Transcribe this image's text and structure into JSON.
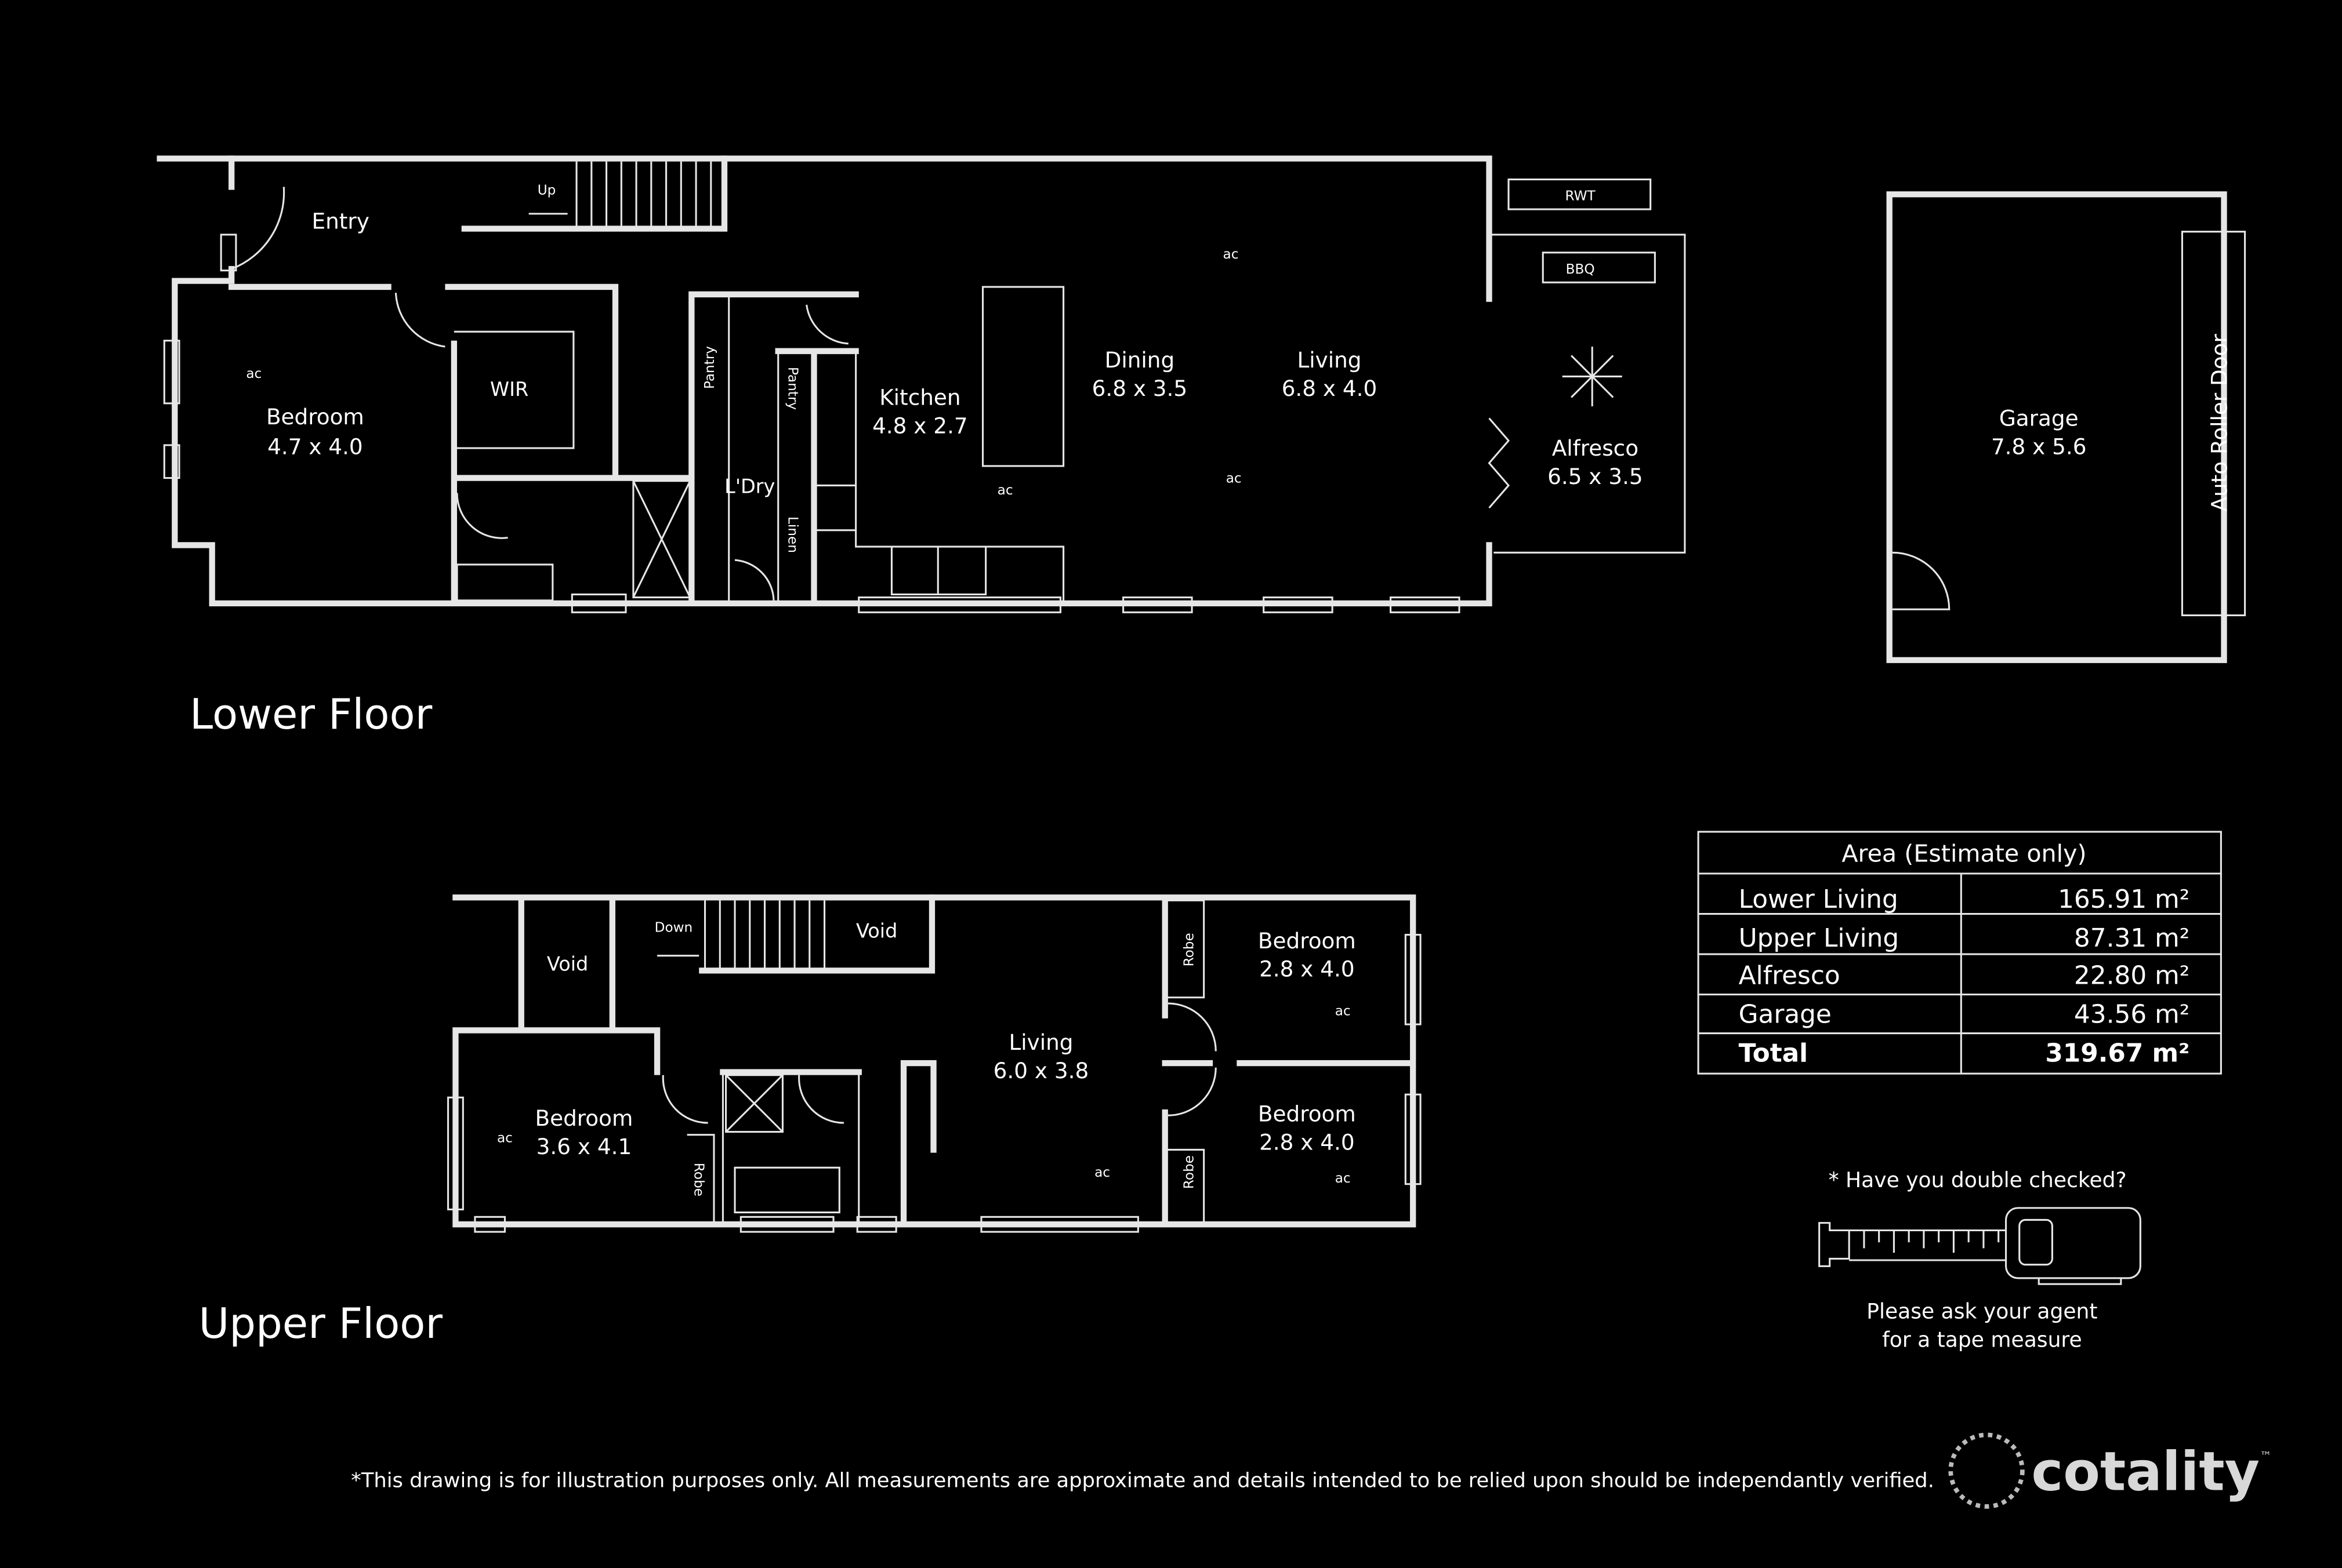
{
  "lower_floor": {
    "title": "Lower Floor",
    "rooms": [
      {
        "name": "Entry",
        "size": ""
      },
      {
        "name": "Bedroom",
        "size": "4.7 x 4.0"
      },
      {
        "name": "WIR",
        "size": ""
      },
      {
        "name": "Kitchen",
        "size": "4.8 x 2.7"
      },
      {
        "name": "Dining",
        "size": "6.8 x 3.5"
      },
      {
        "name": "Living",
        "size": "6.8 x 4.0"
      },
      {
        "name": "Alfresco",
        "size": "6.5 x 3.5"
      },
      {
        "name": "Garage",
        "size": "7.8 x 5.6"
      },
      {
        "name": "L'Dry",
        "size": ""
      }
    ],
    "small_labels": {
      "up": "Up",
      "pantry1": "Pantry",
      "pantry2": "Pantry",
      "linen": "Linen",
      "rwt": "RWT",
      "bbq": "BBQ",
      "roller_door": "Auto Roller Door",
      "ac": "ac"
    }
  },
  "upper_floor": {
    "title": "Upper Floor",
    "rooms": [
      {
        "name": "Void",
        "size": ""
      },
      {
        "name": "Void",
        "size": ""
      },
      {
        "name": "Living",
        "size": "6.0 x 3.8"
      },
      {
        "name": "Bedroom",
        "size": "2.8 x 4.0"
      },
      {
        "name": "Bedroom",
        "size": "2.8 x 4.0"
      },
      {
        "name": "Bedroom",
        "size": "3.6 x 4.1"
      }
    ],
    "small_labels": {
      "down": "Down",
      "robe1": "Robe",
      "robe2": "Robe",
      "robe3": "Robe",
      "ac": "ac"
    }
  },
  "area_table": {
    "title": "Area (Estimate only)",
    "rows": [
      {
        "label": "Lower Living",
        "value": "165.91 m²"
      },
      {
        "label": "Upper Living",
        "value": "87.31 m²"
      },
      {
        "label": "Alfresco",
        "value": "22.80 m²"
      },
      {
        "label": "Garage",
        "value": "43.56 m²"
      }
    ],
    "total": {
      "label": "Total",
      "value": "319.67 m²"
    }
  },
  "tape_note": {
    "question": "* Have you double checked?",
    "line1": "Please ask your agent",
    "line2": "for a tape measure"
  },
  "disclaimer": "*This drawing is for illustration purposes only. All measurements are approximate and details intended to be relied upon should be independantly verified.",
  "logo": {
    "text": "cotality",
    "tm": "™"
  },
  "colors": {
    "background": "#000000",
    "lines": "#e6e6e6",
    "text": "#ffffff"
  }
}
